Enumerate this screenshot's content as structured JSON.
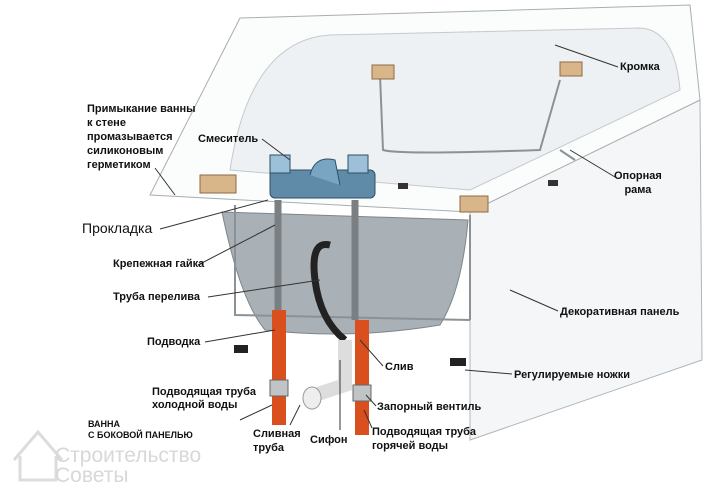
{
  "labels": {
    "rim": "Кромка",
    "sealant": [
      "Примыкание ванны",
      "к стене",
      "промазывается",
      "силиконовым",
      "герметиком"
    ],
    "mixer": "Смеситель",
    "frame": [
      "Опорная",
      "рама"
    ],
    "gasket": "Прокладка",
    "nut": "Крепежная гайка",
    "overflow": "Труба перелива",
    "panel": "Декоративная панель",
    "supply": "Подводка",
    "drain": "Слив",
    "feet": "Регулируемые ножки",
    "cold": [
      "Подводящая труба",
      "холодной воды"
    ],
    "valve": "Запорный вентиль",
    "title": [
      "ВАННА",
      "С БОКОВОЙ ПАНЕЛЬЮ"
    ],
    "drainpipe": [
      "Сливная",
      "труба"
    ],
    "siphon": "Сифон",
    "hot": [
      "Подводящая труба",
      "горячей воды"
    ]
  },
  "watermark": [
    "Строительство",
    "Советы"
  ],
  "colors": {
    "pipe": "#d9501e",
    "tub": "#9aa3a8",
    "wood": "#d9b58a"
  }
}
